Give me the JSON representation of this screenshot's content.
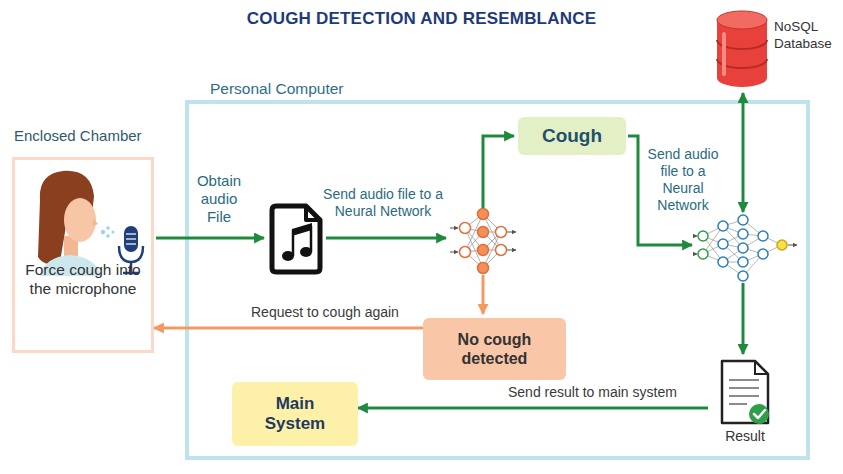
{
  "diagram": {
    "title": "COUGH DETECTION AND RESEMBLANCE",
    "nodes": [
      {
        "text": [
          "Enclosed Chamber",
          "Force cough into the microphone"
        ]
      },
      {
        "text": [
          "Personal Computer"
        ]
      },
      {
        "text": [
          "Cough"
        ],
        "in": 1
      },
      {
        "text": [
          "No cough detected"
        ],
        "in": 1
      },
      {
        "text": [
          "Main System"
        ],
        "in": 1
      },
      {
        "text": [
          "Result"
        ],
        "in": 1
      },
      {
        "text": [
          "NoSQL Database"
        ]
      }
    ],
    "edges": [
      {
        "from": 3,
        "to": 0,
        "label": "Request to cough again",
        "arrow": "to"
      },
      {
        "from": 5,
        "to": 4,
        "label": "Send result to main system",
        "arrow": "to"
      }
    ],
    "labels": [
      "Obtain audio File",
      "Send audio file to a Neural Network",
      "Send audio file to a Neural Network"
    ]
  }
}
